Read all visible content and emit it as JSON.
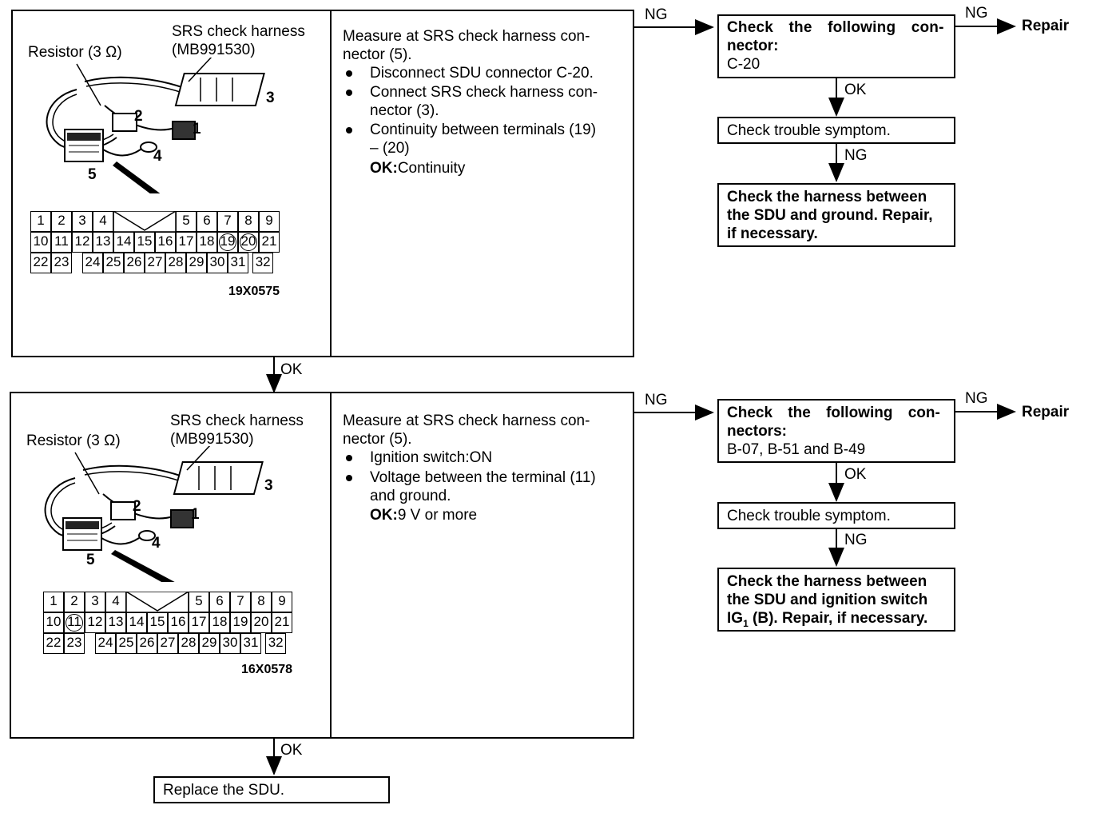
{
  "step1": {
    "illustration": {
      "resistor_label": "Resistor (3 Ω)",
      "harness_label_line1": "SRS check harness",
      "harness_label_line2": "(MB991530)",
      "callouts": [
        "1",
        "2",
        "3",
        "4",
        "5"
      ],
      "pins_row1": [
        "1",
        "2",
        "3",
        "4",
        "5",
        "6",
        "7",
        "8",
        "9"
      ],
      "pins_row2": [
        "10",
        "11",
        "12",
        "13",
        "14",
        "15",
        "16",
        "17",
        "18",
        "19",
        "20",
        "21"
      ],
      "pins_row3": [
        "22",
        "23",
        "24",
        "25",
        "26",
        "27",
        "28",
        "29",
        "30",
        "31",
        "32"
      ],
      "highlighted_pins": [
        "19",
        "20"
      ],
      "figure_code": "19X0575"
    },
    "procedure": {
      "line1": "Measure at SRS check harness con-",
      "line2": "nector (5).",
      "bullets": [
        [
          "Disconnect SDU connector C-20."
        ],
        [
          "Connect SRS check harness con-",
          "nector (3)."
        ],
        [
          "Continuity between terminals (19)",
          "– (20)"
        ]
      ],
      "ok_label": "OK:",
      "ok_value": "Continuity"
    },
    "ng_label": "NG",
    "ok_label": "OK",
    "flow": {
      "box1_line1": "Check the following con-",
      "box1_line2": "nector:",
      "box1_line3": "C-20",
      "box1_ng": "NG",
      "repair": "Repair",
      "box1_ok": "OK",
      "box2": "Check trouble symptom.",
      "box2_ng": "NG",
      "box3_line1": "Check the harness between",
      "box3_line2": "the SDU and ground. Repair,",
      "box3_line3": "if necessary."
    }
  },
  "step2": {
    "illustration": {
      "resistor_label": "Resistor (3 Ω)",
      "harness_label_line1": "SRS check harness",
      "harness_label_line2": "(MB991530)",
      "callouts": [
        "1",
        "2",
        "3",
        "4",
        "5"
      ],
      "pins_row1": [
        "1",
        "2",
        "3",
        "4",
        "5",
        "6",
        "7",
        "8",
        "9"
      ],
      "pins_row2": [
        "10",
        "11",
        "12",
        "13",
        "14",
        "15",
        "16",
        "17",
        "18",
        "19",
        "20",
        "21"
      ],
      "pins_row3": [
        "22",
        "23",
        "24",
        "25",
        "26",
        "27",
        "28",
        "29",
        "30",
        "31",
        "32"
      ],
      "highlighted_pins": [
        "11"
      ],
      "figure_code": "16X0578"
    },
    "procedure": {
      "line1": "Measure at SRS check harness con-",
      "line2": "nector (5).",
      "bullets": [
        [
          "Ignition switch:ON"
        ],
        [
          "Voltage between the terminal (11)",
          "and ground."
        ]
      ],
      "ok_label": "OK:",
      "ok_value": "9 V or more"
    },
    "ng_label": "NG",
    "ok_label": "OK",
    "flow": {
      "box1_line1": "Check the following con-",
      "box1_line2": "nectors:",
      "box1_line3": "B-07, B-51 and B-49",
      "box1_ng": "NG",
      "repair": "Repair",
      "box1_ok": "OK",
      "box2": "Check trouble symptom.",
      "box2_ng": "NG",
      "box3_line1": "Check the harness between",
      "box3_line2": "the SDU and ignition switch",
      "box3_line3_a": "IG",
      "box3_line3_sub": "1",
      "box3_line3_b": " (B). Repair, if necessary."
    }
  },
  "final": {
    "text": "Replace the SDU."
  }
}
